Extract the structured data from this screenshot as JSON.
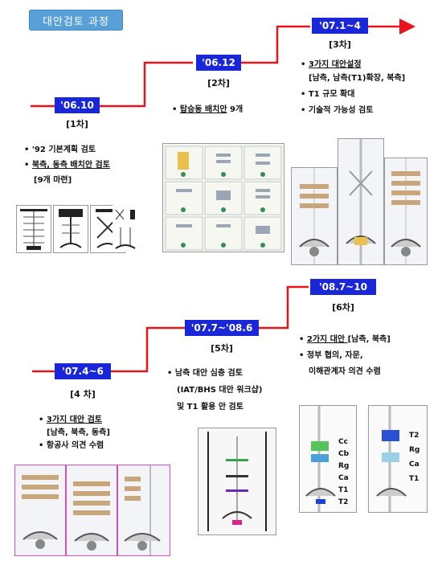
{
  "title": "대안검토 과정",
  "phases": [
    {
      "date": "'06.10",
      "rank": "[1차]",
      "bullets": [
        {
          "text": "'92 기본계획 검토",
          "underline": false
        },
        {
          "text": "북측, 동측 배치안 검토",
          "underline": true
        },
        {
          "text": "[9개 마련]",
          "underline": false
        }
      ]
    },
    {
      "date": "'06.12",
      "rank": "[2차]",
      "bullets": [
        {
          "text": "탑승동 배치안 9개",
          "underline_part": "탑승동 배치안",
          "rest": " 9개"
        }
      ]
    },
    {
      "date": "'07.1~4",
      "rank": "[3차]",
      "bullets": [
        {
          "text": "3가지 대안설정",
          "underline": true
        },
        {
          "text": "[남측, 남측(T1)확장, 북측]",
          "underline": false
        },
        {
          "text": "T1 규모 확대",
          "underline": false
        },
        {
          "text": "기술적 가능성 검토",
          "underline": false
        }
      ]
    },
    {
      "date": "'07.4~6",
      "rank": "[4 차]",
      "bullets": [
        {
          "text": "3가지 대안 검토",
          "underline": true
        },
        {
          "text": "[남측, 북측, 동측]",
          "underline": false
        },
        {
          "text": "항공사 의견 수렴",
          "underline": false
        }
      ]
    },
    {
      "date": "'07.7~'08.6",
      "rank": "[5차]",
      "bullets": [
        {
          "text": "남측 대안 심층 검토",
          "underline": false
        },
        {
          "text": "(IAT/BHS 대안 워크샵)",
          "underline": false
        },
        {
          "text": "및 T1 활용 안 검토",
          "underline": false
        }
      ]
    },
    {
      "date": "'08.7~10",
      "rank": "[6차]",
      "bullets": [
        {
          "text": "2가지 대안 [남측, 북측]",
          "underline_part": "2가지 대안 ",
          "rest": "[남측, 북측]"
        },
        {
          "text": "정부 협의, 자문,",
          "underline": false
        },
        {
          "text": "이해관계자 의견 수렴",
          "underline": false
        }
      ]
    }
  ],
  "plan_labels_left": [
    "Cc",
    "Cb",
    "Rg",
    "Ca",
    "T1",
    "T2"
  ],
  "plan_labels_right": [
    "T2",
    "Rg",
    "Ca",
    "T1"
  ],
  "colors": {
    "stage_box": "#1a27d8",
    "arrow": "#e8141a",
    "title_box": "#5aa0d8"
  }
}
